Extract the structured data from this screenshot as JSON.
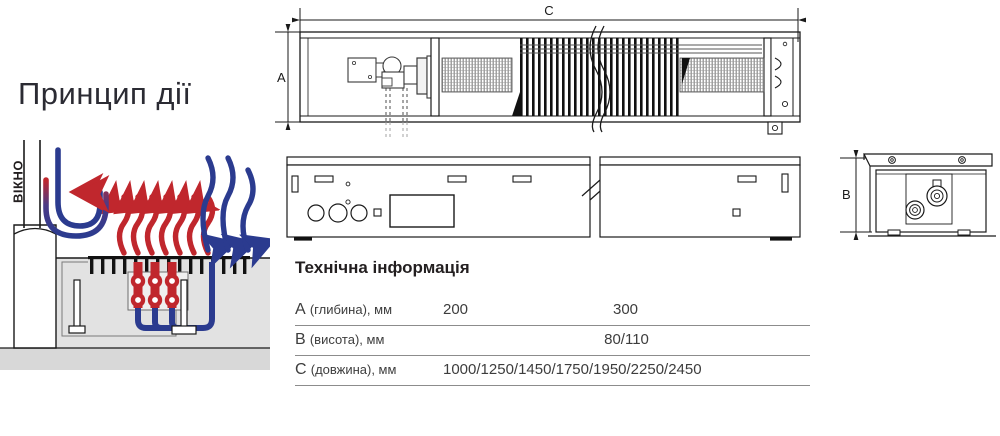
{
  "left": {
    "title": "Принцип дії",
    "window_label": "ВІКНО",
    "colors": {
      "warm_air": "#c0272d",
      "cold_air": "#2b3b8f",
      "floor": "#e2e2e2",
      "slab": "#d0d0d0"
    }
  },
  "drawings": {
    "dimension_c": "C",
    "dimension_a": "A",
    "dimension_b": "B"
  },
  "tech": {
    "heading": "Технічна інформація",
    "rows": [
      {
        "letter": "А",
        "name": "(глибина), мм",
        "value1": "200",
        "value2": "300"
      },
      {
        "letter": "В",
        "name": "(висота), мм",
        "value1": "80/110",
        "value2": ""
      },
      {
        "letter": "С",
        "name": "(довжина), мм",
        "value1": "1000/1250/1450/1750/1950/2250/2450",
        "value2": ""
      }
    ]
  }
}
